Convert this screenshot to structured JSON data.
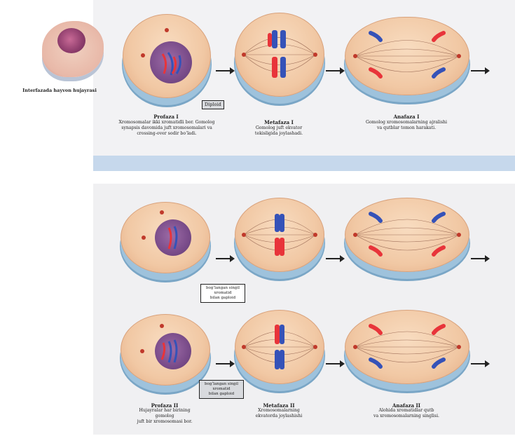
{
  "interphase": {
    "label": "Interfazada hayvon hujayrasi"
  },
  "meiosis1": {
    "prophase": {
      "title": "Profaza I",
      "desc_lines": [
        "Xromosomalar ikki xromatidli bor. Gomolog",
        "synapsis davomida juft xromosomalari va",
        "crossing-over sodir bo‘ladi."
      ]
    },
    "diploid_label": "Diploid",
    "metaphase": {
      "title": "Metafaza I",
      "desc_lines": [
        "Gomolog juft ekvator",
        "tekisligida joylashadi."
      ]
    },
    "anaphase": {
      "title": "Anafaza I",
      "desc_lines": [
        "Gomolog xromosomalarning ajralishi",
        "va qutblar tomon harakati."
      ]
    }
  },
  "meiosis2": {
    "box_a_lines": [
      "bog‘langan singil",
      "xromatid",
      "bilan gaploid"
    ],
    "box_b_lines": [
      "bog‘langan singil",
      "xromatid",
      "bilan gaploid"
    ],
    "prophase": {
      "title": "Profaza II",
      "desc_lines": [
        "Hujayralar har birining",
        "gomolog",
        "juft bir xromosomasi bor."
      ]
    },
    "metaphase": {
      "title": "Metafaza II",
      "desc_lines": [
        "Xromosomalarning",
        "ekvatorda joylashishi"
      ]
    },
    "anaphase": {
      "title": "Anafaza II",
      "desc_lines": [
        "Alohida xromatidlar qutb",
        "va xromosomalarning singlisi."
      ]
    }
  },
  "colors": {
    "cell": "#f1c8a4",
    "cell_border": "#9ec2dc",
    "chromosome_red": "#e8343a",
    "chromosome_blue": "#3552b8",
    "nucleus": "#7a4c8a",
    "band": "#c6d8ec"
  }
}
